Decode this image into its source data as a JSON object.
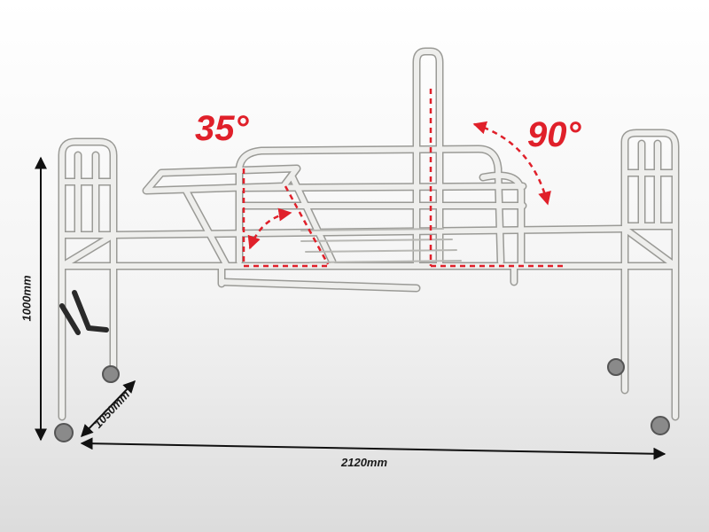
{
  "annotations": {
    "head_angle": "35°",
    "foot_angle": "90°"
  },
  "dimensions": {
    "height": "1000mm",
    "width": "1050mm",
    "length": "2120mm"
  },
  "colors": {
    "frame": "#eeeeec",
    "frame_edge": "#9a9a96",
    "angle_marker": "#e0202a",
    "dimension_line": "#111111"
  }
}
